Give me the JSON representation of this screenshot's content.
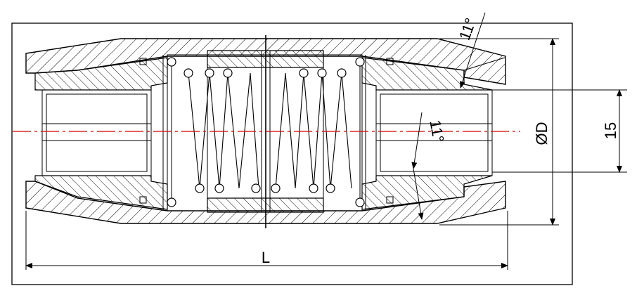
{
  "dimensions": {
    "diameter_label": "ØD",
    "bore_label": "15",
    "length_label": "L",
    "angle_top_label": "11°",
    "angle_inner_label": "11°"
  }
}
